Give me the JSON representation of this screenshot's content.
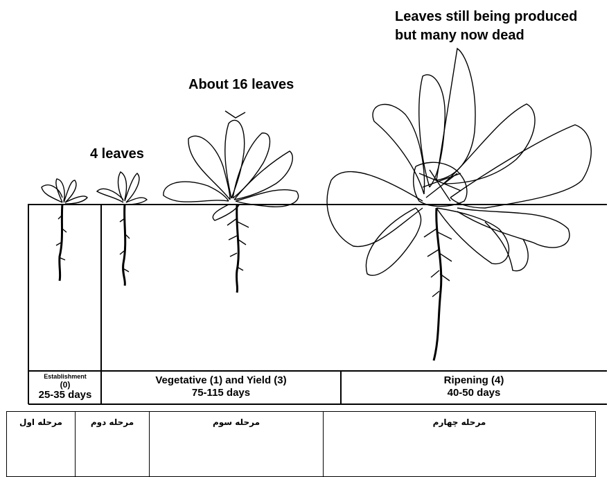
{
  "annotations": {
    "four_leaves": "4 leaves",
    "sixteen_leaves": "About 16 leaves",
    "late_line1": "Leaves still being produced",
    "late_line2": "but many now dead"
  },
  "stages_table": {
    "establishment": {
      "name": "Establishment",
      "code": "(0)",
      "duration": "25-35 days"
    },
    "vegetative": {
      "name": "Vegetative (1) and Yield (3)",
      "duration": "75-115 days"
    },
    "ripening": {
      "name": "Ripening (4)",
      "duration": "40-50 days"
    }
  },
  "persian_stages": [
    "مرحله اول",
    "مرحله دوم",
    "مرحله سوم",
    "مرحله چهارم"
  ]
}
